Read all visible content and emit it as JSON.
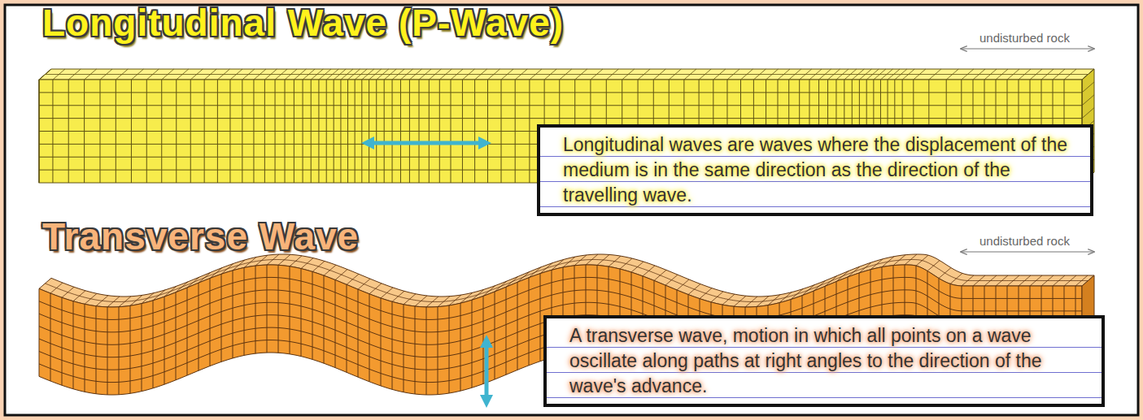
{
  "diagram": {
    "nodes": [
      {
        "text": [
          "Longitudinal waves are waves where the displacement of the medium is in the same direction as the direction of the travelling wave."
        ]
      },
      {
        "text": [
          "A transverse wave, motion in which all points on a wave oscillate along paths at right angles to the direction of the wave's advance."
        ]
      }
    ],
    "labels": [
      "Longitudinal Wave (P-Wave)",
      "undisturbed rock",
      "Transverse Wave",
      "undisturbed rock"
    ]
  }
}
